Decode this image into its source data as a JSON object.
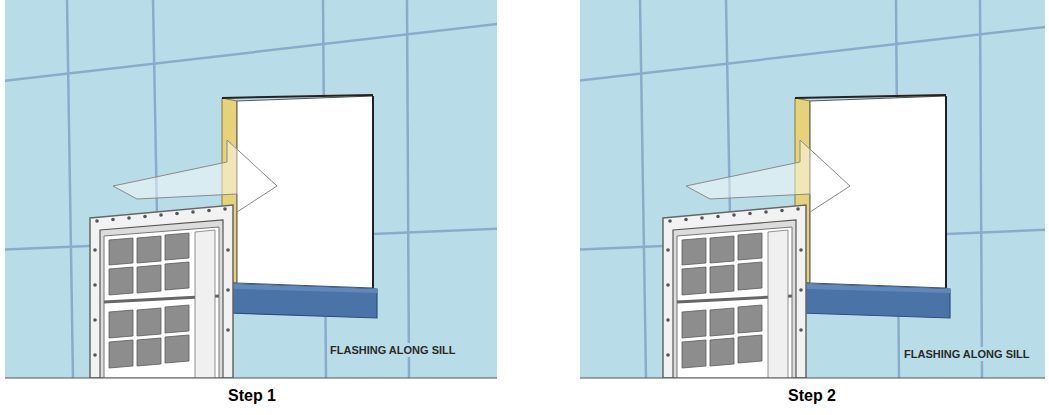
{
  "diagram": {
    "labels": [
      "FLASHING ALONG SILL",
      "Step 1",
      "FLASHING ALONG SILL",
      "Step 2"
    ]
  }
}
